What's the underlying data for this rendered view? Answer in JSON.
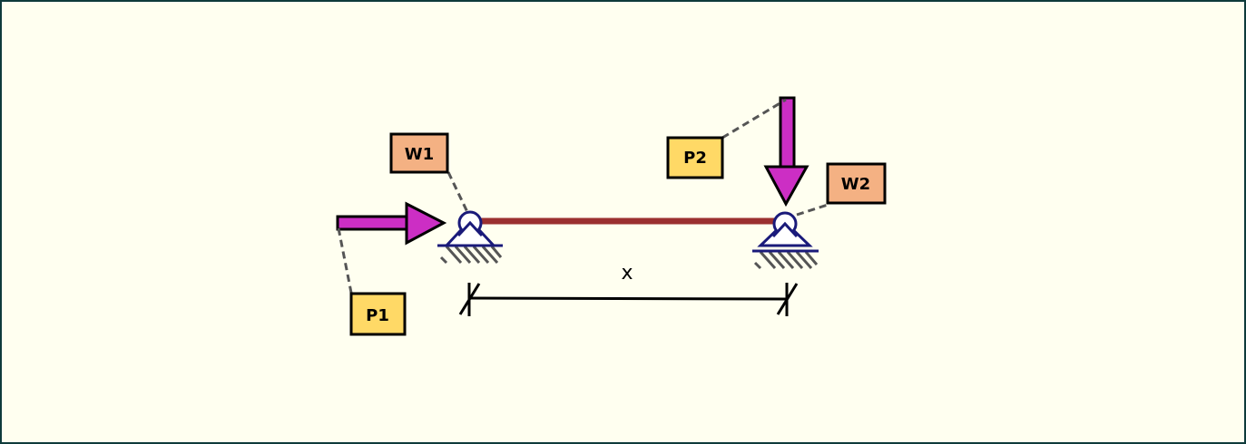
{
  "diagram": {
    "type": "simply supported beam with point loads",
    "labels": {
      "p1": "P1",
      "p2": "P2",
      "w1": "W1",
      "w2": "W2",
      "span": "x"
    },
    "colors": {
      "background": "#fffff0",
      "border": "#0f3b3b",
      "beam": "#9b3030",
      "load_arrow": "#cc2ec4",
      "support": "#1a1a7a",
      "hatch": "#555555",
      "p_label_fill": "#ffd966",
      "w_label_fill": "#f4b183",
      "leader_line": "#555555"
    }
  }
}
